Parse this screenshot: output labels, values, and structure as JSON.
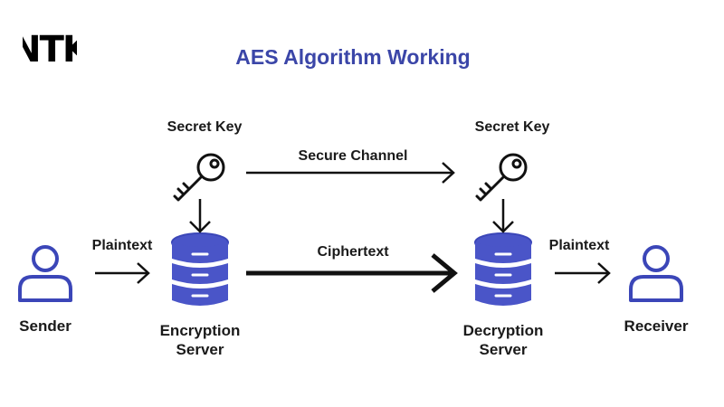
{
  "logo": {
    "text": "NTK",
    "color": "#0e1e5a"
  },
  "title": "AES Algorithm Working",
  "colors": {
    "title": "#3b46a8",
    "icon_fill": "#4a55c8",
    "icon_stroke": "#3b46b8",
    "arrow": "#111111"
  },
  "nodes": {
    "sender": "Sender",
    "encryption_server": [
      "Encryption",
      "Server"
    ],
    "decryption_server": [
      "Decryption",
      "Server"
    ],
    "receiver": "Receiver",
    "secret_key_left": "Secret Key",
    "secret_key_right": "Secret Key"
  },
  "edges": {
    "plaintext_in": "Plaintext",
    "secure_channel": "Secure Channel",
    "ciphertext": "Ciphertext",
    "plaintext_out": "Plaintext"
  },
  "icons": {
    "user": "user-icon",
    "key": "key-icon",
    "server": "database-server-icon"
  }
}
